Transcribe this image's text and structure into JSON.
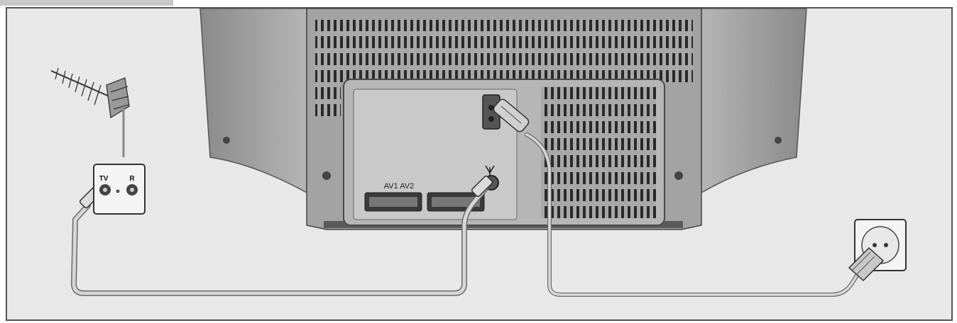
{
  "labels": {
    "wall_socket_tv": "TV",
    "wall_socket_radio": "R",
    "scart_label": "AV1 AV2"
  },
  "colors": {
    "background": "#e8e8e8",
    "frame": "#555555",
    "tv_body": "#9a9a9a",
    "tv_dark": "#6b6b6b",
    "panel": "#bdbdbd",
    "cable": "#cfcfcf",
    "cable_outline": "#6a6a6a"
  },
  "icons": [
    "antenna-icon",
    "antenna-symbol-icon",
    "power-plug-icon",
    "wall-power-socket-icon",
    "antenna-wall-socket-icon"
  ]
}
